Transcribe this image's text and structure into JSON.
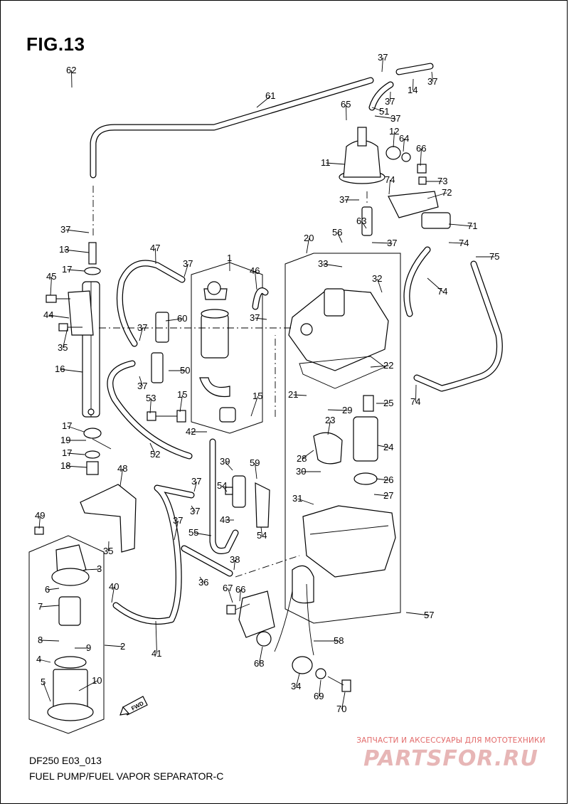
{
  "figure": {
    "title": "FIG.13",
    "code": "DF250 E03_013",
    "caption": "FUEL PUMP/FUEL VAPOR SEPARATOR-C",
    "fwd_label": "FWD"
  },
  "watermark": {
    "tagline": "ЗАПЧАСТИ И АКСЕССУАРЫ ДЛЯ МОТОТЕХНИКИ",
    "logo": "PARTSFOR.RU"
  },
  "colors": {
    "line": "#000000",
    "background": "#ffffff",
    "watermark_red": "#e26a6a",
    "watermark_light": "#e7b6b6"
  },
  "callouts": [
    "1",
    "2",
    "3",
    "4",
    "5",
    "6",
    "7",
    "8",
    "9",
    "10",
    "11",
    "12",
    "13",
    "14",
    "15",
    "15",
    "16",
    "17",
    "17",
    "17",
    "18",
    "19",
    "20",
    "21",
    "22",
    "23",
    "24",
    "25",
    "26",
    "27",
    "28",
    "29",
    "30",
    "31",
    "32",
    "33",
    "34",
    "35",
    "35",
    "36",
    "37",
    "37",
    "37",
    "37",
    "37",
    "37",
    "37",
    "37",
    "37",
    "37",
    "37",
    "37",
    "37",
    "37",
    "38",
    "39",
    "40",
    "41",
    "42",
    "43",
    "44",
    "45",
    "46",
    "47",
    "48",
    "49",
    "50",
    "51",
    "52",
    "53",
    "54",
    "54",
    "55",
    "56",
    "57",
    "58",
    "59",
    "60",
    "61",
    "62",
    "63",
    "64",
    "65",
    "66",
    "66",
    "67",
    "68",
    "69",
    "70",
    "71",
    "72",
    "73",
    "74",
    "74",
    "74",
    "74",
    "75"
  ]
}
